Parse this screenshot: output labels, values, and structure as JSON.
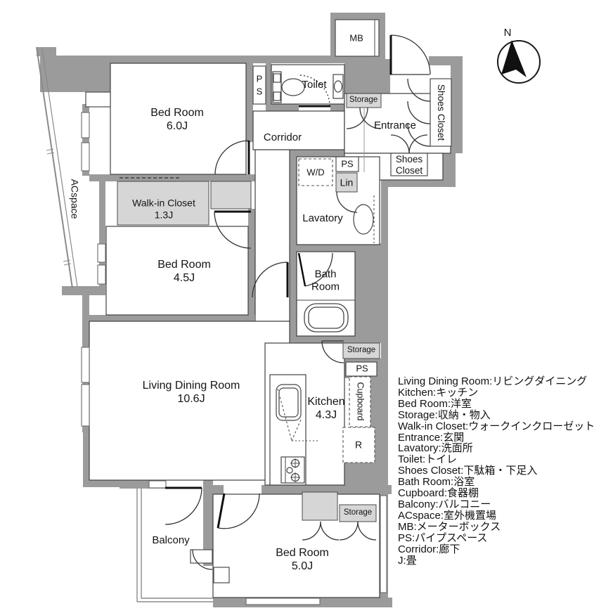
{
  "plan": {
    "compass": "N",
    "rooms": {
      "bedroom": "Bed Room",
      "bedroom6_size": "6.0J",
      "bedroom45_size": "4.5J",
      "bedroom5_size": "5.0J",
      "living_dining": "Living Dining Room",
      "living_dining_size": "10.6J",
      "kitchen": "Kitchen",
      "kitchen_size": "4.3J",
      "walk_in_closet": "Walk-in Closet",
      "walk_in_closet_size": "1.3J",
      "toilet": "Toilet",
      "corridor": "Corridor",
      "entrance": "Entrance",
      "lavatory": "Lavatory",
      "bath_line1": "Bath",
      "bath_line2": "Room",
      "balcony": "Balcony",
      "shoes_closet": "Shoes Closet",
      "shoes_line1": "Shoes",
      "shoes_line2": "Closet"
    },
    "labels": {
      "mb": "MB",
      "ps": "PS",
      "p": "P",
      "s": "S",
      "lin": "Lin",
      "wd": "W/D",
      "storage": "Storage",
      "cupboard": "Cupboard",
      "fridge": "R",
      "acspace": "ACspace"
    }
  },
  "legend": {
    "lines": [
      "Living Dining Room:リビングダイニング",
      "Kitchen:キッチン",
      "Bed Room:洋室",
      "Storage:収納・物入",
      "Walk-in Closet:ウォークインクローゼット",
      "Entrance:玄関",
      "Lavatory:洗面所",
      "Toilet:トイレ",
      "Shoes Closet:下駄箱・下足入",
      "Bath Room:浴室",
      "Cupboard:食器棚",
      "Balcony:バルコニー",
      "ACspace:室外機置場",
      "MB:メーターボックス",
      "PS:パイプスペース",
      "Corridor:廊下",
      "J:畳"
    ]
  }
}
